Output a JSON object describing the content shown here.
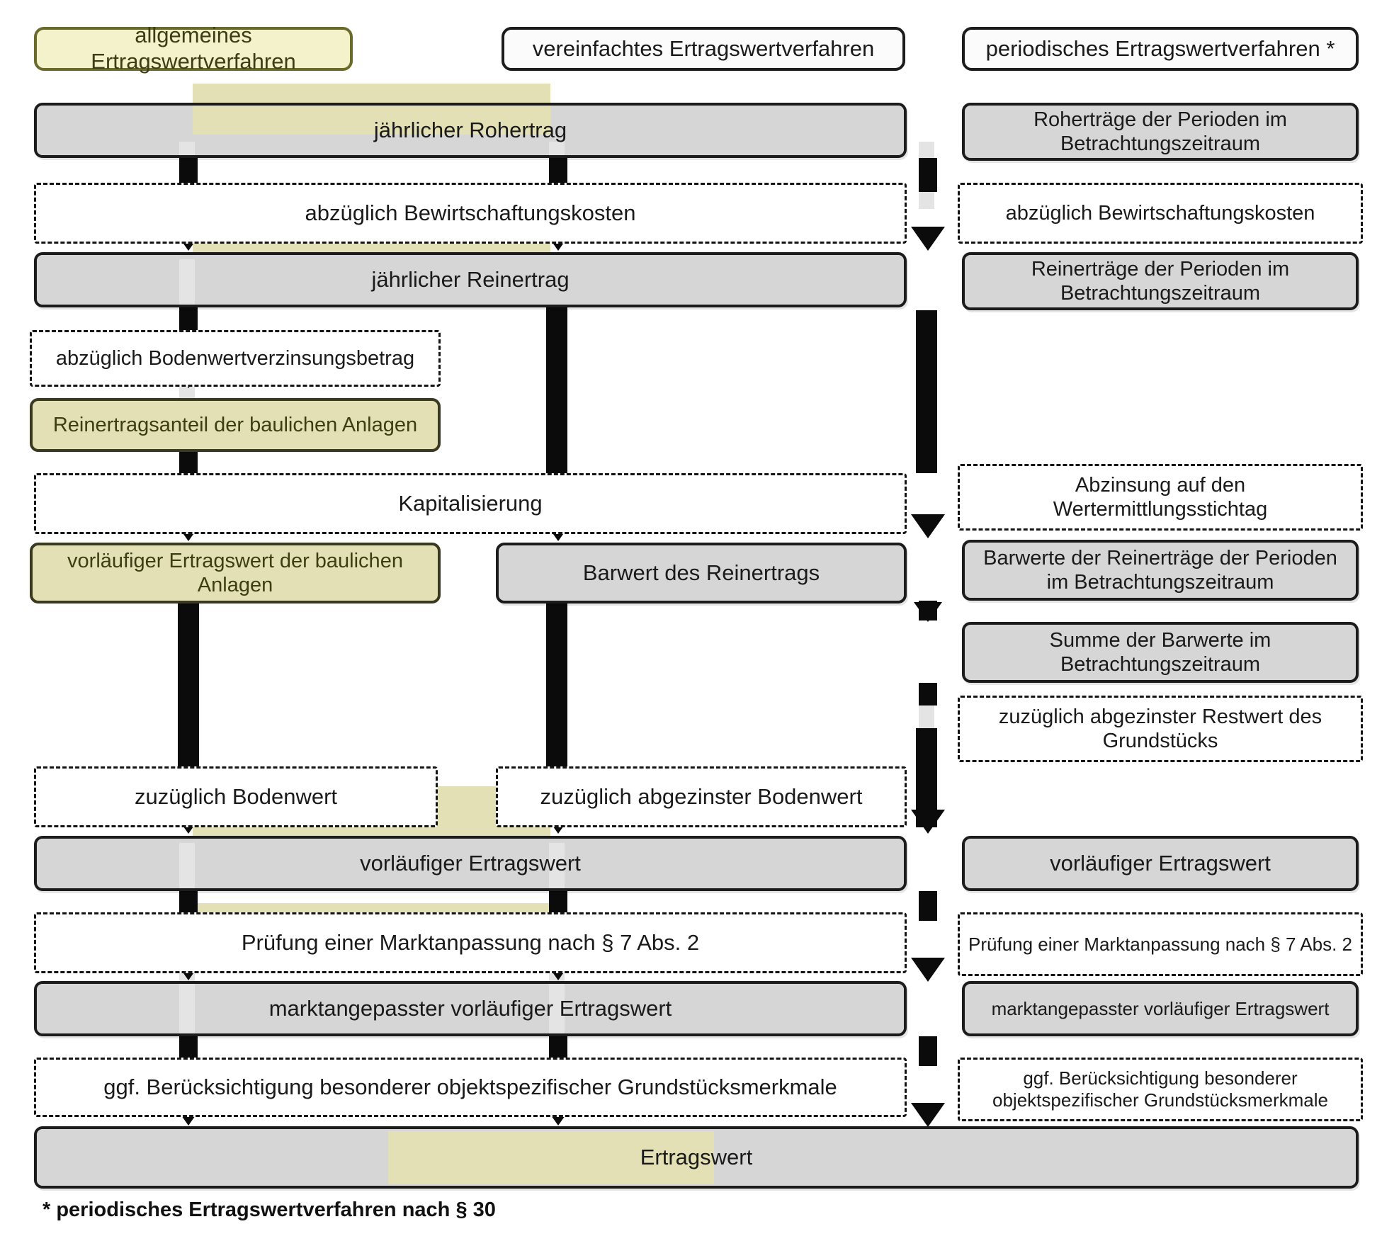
{
  "diagram": {
    "title": "Ertragswertverfahren - Verfahrensvarianten",
    "footnote": "* periodisches Ertragswertverfahren nach § 30",
    "colors": {
      "highlight": "#e2e0b4",
      "box_fill": "#d6d6d6",
      "header_fill": "#fbfbfb",
      "border": "#1c1c1c",
      "connector": "#0b0b0b"
    }
  },
  "columns": [
    {
      "id": "allgemeines",
      "header": "allgemeines Ertragswertverfahren",
      "highlighted": true
    },
    {
      "id": "vereinfachtes",
      "header": "vereinfachtes Ertragswertverfahren",
      "highlighted": false
    },
    {
      "id": "periodisches",
      "header": "periodisches Ertragswertverfahren *",
      "highlighted": false
    }
  ],
  "shared": {
    "jaehrlicher_rohertrag": "jährlicher Rohertrag",
    "abzueglich_bewirtschaftungskosten": "abzüglich Bewirtschaftungskosten",
    "jaehrlicher_reinertrag": "jährlicher Reinertrag",
    "kapitalisierung": "Kapitalisierung",
    "vorlaeufiger_ertragswert": "vorläufiger Ertragswert",
    "pruefung_marktanpassung": "Prüfung einer Marktanpassung nach § 7 Abs. 2",
    "marktangepasster_vorlaeufiger_ertragswert": "marktangepasster vorläufiger Ertragswert",
    "ggf_beruecksichtigung": "ggf. Berücksichtigung besonderer objektspezifischer Grundstücksmerkmale",
    "ertragswert": "Ertragswert"
  },
  "left_column": {
    "abzueglich_bodenwertverzinsungsbetrag": "abzüglich Bodenwertverzinsungsbetrag",
    "reinertragsanteil": "Reinertragsanteil der baulichen Anlagen",
    "vorlaeufiger_ertragswert_baulich": "vorläufiger Ertragswert der baulichen Anlagen",
    "zuzueglich_bodenwert": "zuzüglich Bodenwert"
  },
  "middle_column": {
    "barwert_reinertrags": "Barwert des Reinertrags",
    "zuzueglich_abgezinster_bodenwert": "zuzüglich abgezinster Bodenwert"
  },
  "right_column": {
    "rohertraege_perioden": "Roherträge der Perioden im Betrachtungszeitraum",
    "abzueglich_bewirtschaftungskosten": "abzüglich  Bewirtschaftungskosten",
    "reinertraege_perioden": "Reinerträge der Perioden im Betrachtungszeitraum",
    "abzinsung": "Abzinsung auf den Wertermittlungsstichtag",
    "barwerte_reinertraege": "Barwerte der Reinerträge der Perioden im Betrachtungszeitraum",
    "summe_barwerte": "Summe der Barwerte im Betrachtungszeitraum",
    "zuzueglich_restwert": "zuzüglich abgezinster Restwert des Grundstücks",
    "vorlaeufiger_ertragswert": "vorläufiger Ertragswert",
    "pruefung_marktanpassung": "Prüfung einer Marktanpassung nach § 7 Abs. 2",
    "marktangepasster_vorlaeufiger_ertragswert": "marktangepasster vorläufiger Ertragswert",
    "ggf_beruecksichtigung": "ggf. Berücksichtigung besonderer objektspezifischer Grundstücksmerkmale"
  }
}
